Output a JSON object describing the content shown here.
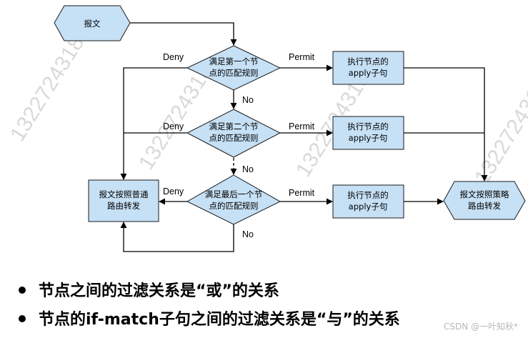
{
  "colors": {
    "node_fill": "#c6e0f5",
    "stroke": "#1a1a1a",
    "edge": "#000000",
    "watermark": "#d9d9d9"
  },
  "nodes": {
    "message": "报文",
    "cond1_line1": "满足第一个节",
    "cond1_line2": "点的匹配规则",
    "cond2_line1": "满足第二个节",
    "cond2_line2": "点的匹配规则",
    "condlast_line1": "满足最后一个节",
    "condlast_line2": "点的匹配规则",
    "apply1_line1": "执行节点的",
    "apply1_line2": "apply子句",
    "apply2_line1": "执行节点的",
    "apply2_line2": "apply子句",
    "apply3_line1": "执行节点的",
    "apply3_line2": "apply子句",
    "normal_line1": "报文按照普通",
    "normal_line2": "路由转发",
    "policy_line1": "报文按照策略",
    "policy_line2": "路由转发"
  },
  "edge_labels": {
    "deny": "Deny",
    "permit": "Permit",
    "no": "No"
  },
  "watermark": "1322724318",
  "bullets": [
    {
      "prefix": "节点之间的过滤关系是“或”的关系",
      "mid": "",
      "suffix": ""
    },
    {
      "prefix": "节点的",
      "mid": "if-match",
      "suffix": "子句之间的过滤关系是“与”的关系"
    }
  ],
  "caption": "CSDN @一叶知秋*"
}
